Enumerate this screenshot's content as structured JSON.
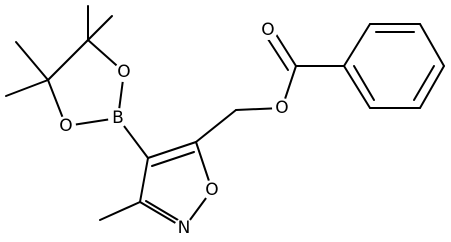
{
  "molecule": {
    "atoms": {
      "boron": "B",
      "ring_oxygen_upper": "O",
      "ring_oxygen_lower": "O",
      "isoxazole_oxygen": "O",
      "isoxazole_nitrogen": "N",
      "ester_oxygen": "O",
      "carbonyl_oxygen": "O"
    }
  }
}
